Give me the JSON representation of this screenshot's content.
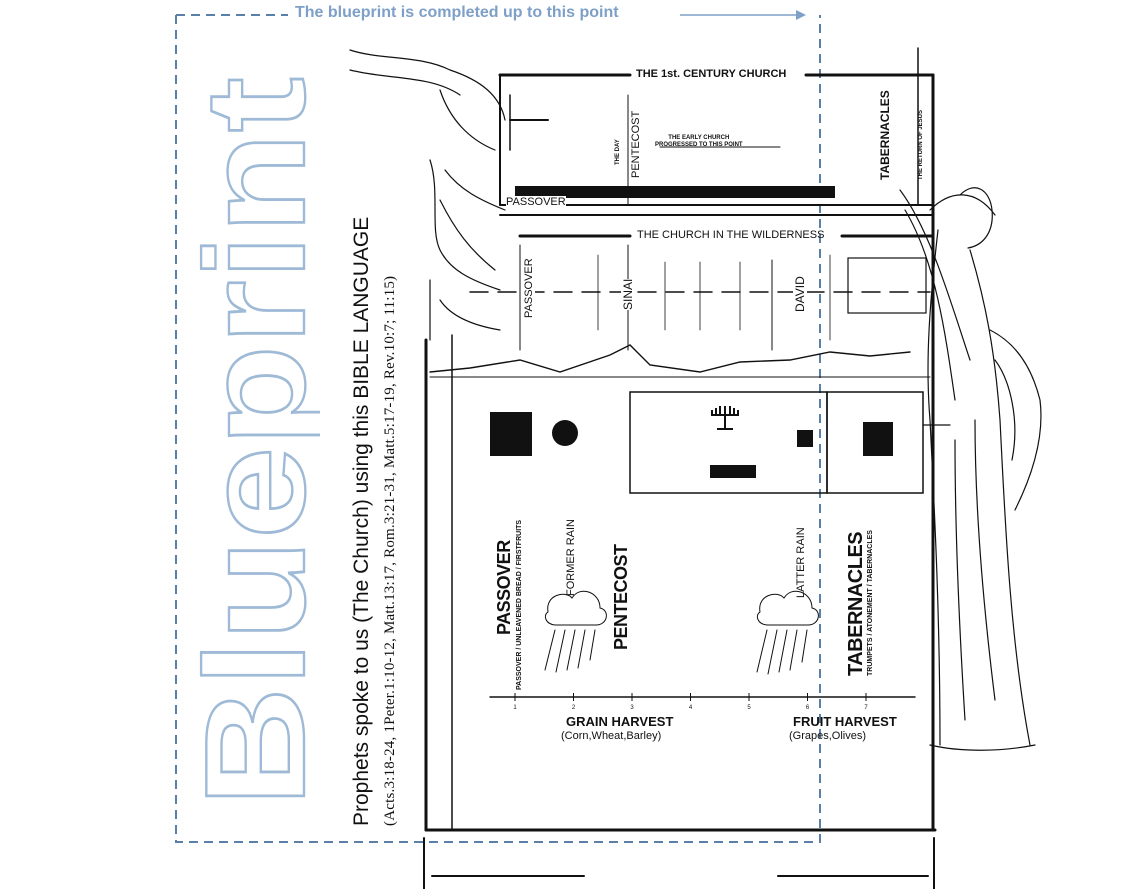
{
  "banner": {
    "text": "The blueprint is completed up to this point"
  },
  "title": {
    "big_word": "Blueprint"
  },
  "side_text": {
    "main": "Prophets spoke to us (The Church) using this BIBLE LANGUAGE",
    "refs": "(Acts.3:18-24, 1Peter.1:10-12, Matt.13:17, Rom.3:21-31, Matt.5:17-19, Rev.10:7; 11:15)"
  },
  "chart": {
    "top_title": "THE 1st. CENTURY CHURCH",
    "early_church_note_1": "THE EARLY CHURCH",
    "early_church_note_2": "PROGRESSED TO THIS POINT",
    "day_of_pentecost_1": "THE DAY",
    "day_of_pentecost_2": "PENTECOST",
    "tabernacles_top": "TABERNACLES",
    "return_of_jesus": "THE RETURN OF JESUS",
    "passover_top": "PASSOVER",
    "wilderness_title": "THE CHURCH IN THE WILDERNESS",
    "passover_mid": "PASSOVER",
    "sinai": "SINAI",
    "david": "DAVID",
    "feast_passover": "PASSOVER",
    "feast_passover_sub": "PASSOVER / UNLEAVENED BREAD / FIRSTFRUITS",
    "feast_pentecost": "PENTECOST",
    "former_rain": "FORMER RAIN",
    "latter_rain": "LATTER RAIN",
    "feast_tabernacles": "TABERNACLES",
    "feast_tabernacles_sub": "TRUMPETS / ATONEMENT / TABERNACLES",
    "months": [
      "1",
      "2",
      "3",
      "4",
      "5",
      "6",
      "7"
    ],
    "grain_harvest": "GRAIN HARVEST",
    "grain_sub": "(Corn,Wheat,Barley)",
    "fruit_harvest": "FRUIT HARVEST",
    "fruit_sub": "(Grapes,Olives)"
  },
  "colors": {
    "banner": "#7ea0c8",
    "dashed_border": "#5a7fa8",
    "outline_word": "#9fbad6",
    "ink": "#111111"
  }
}
